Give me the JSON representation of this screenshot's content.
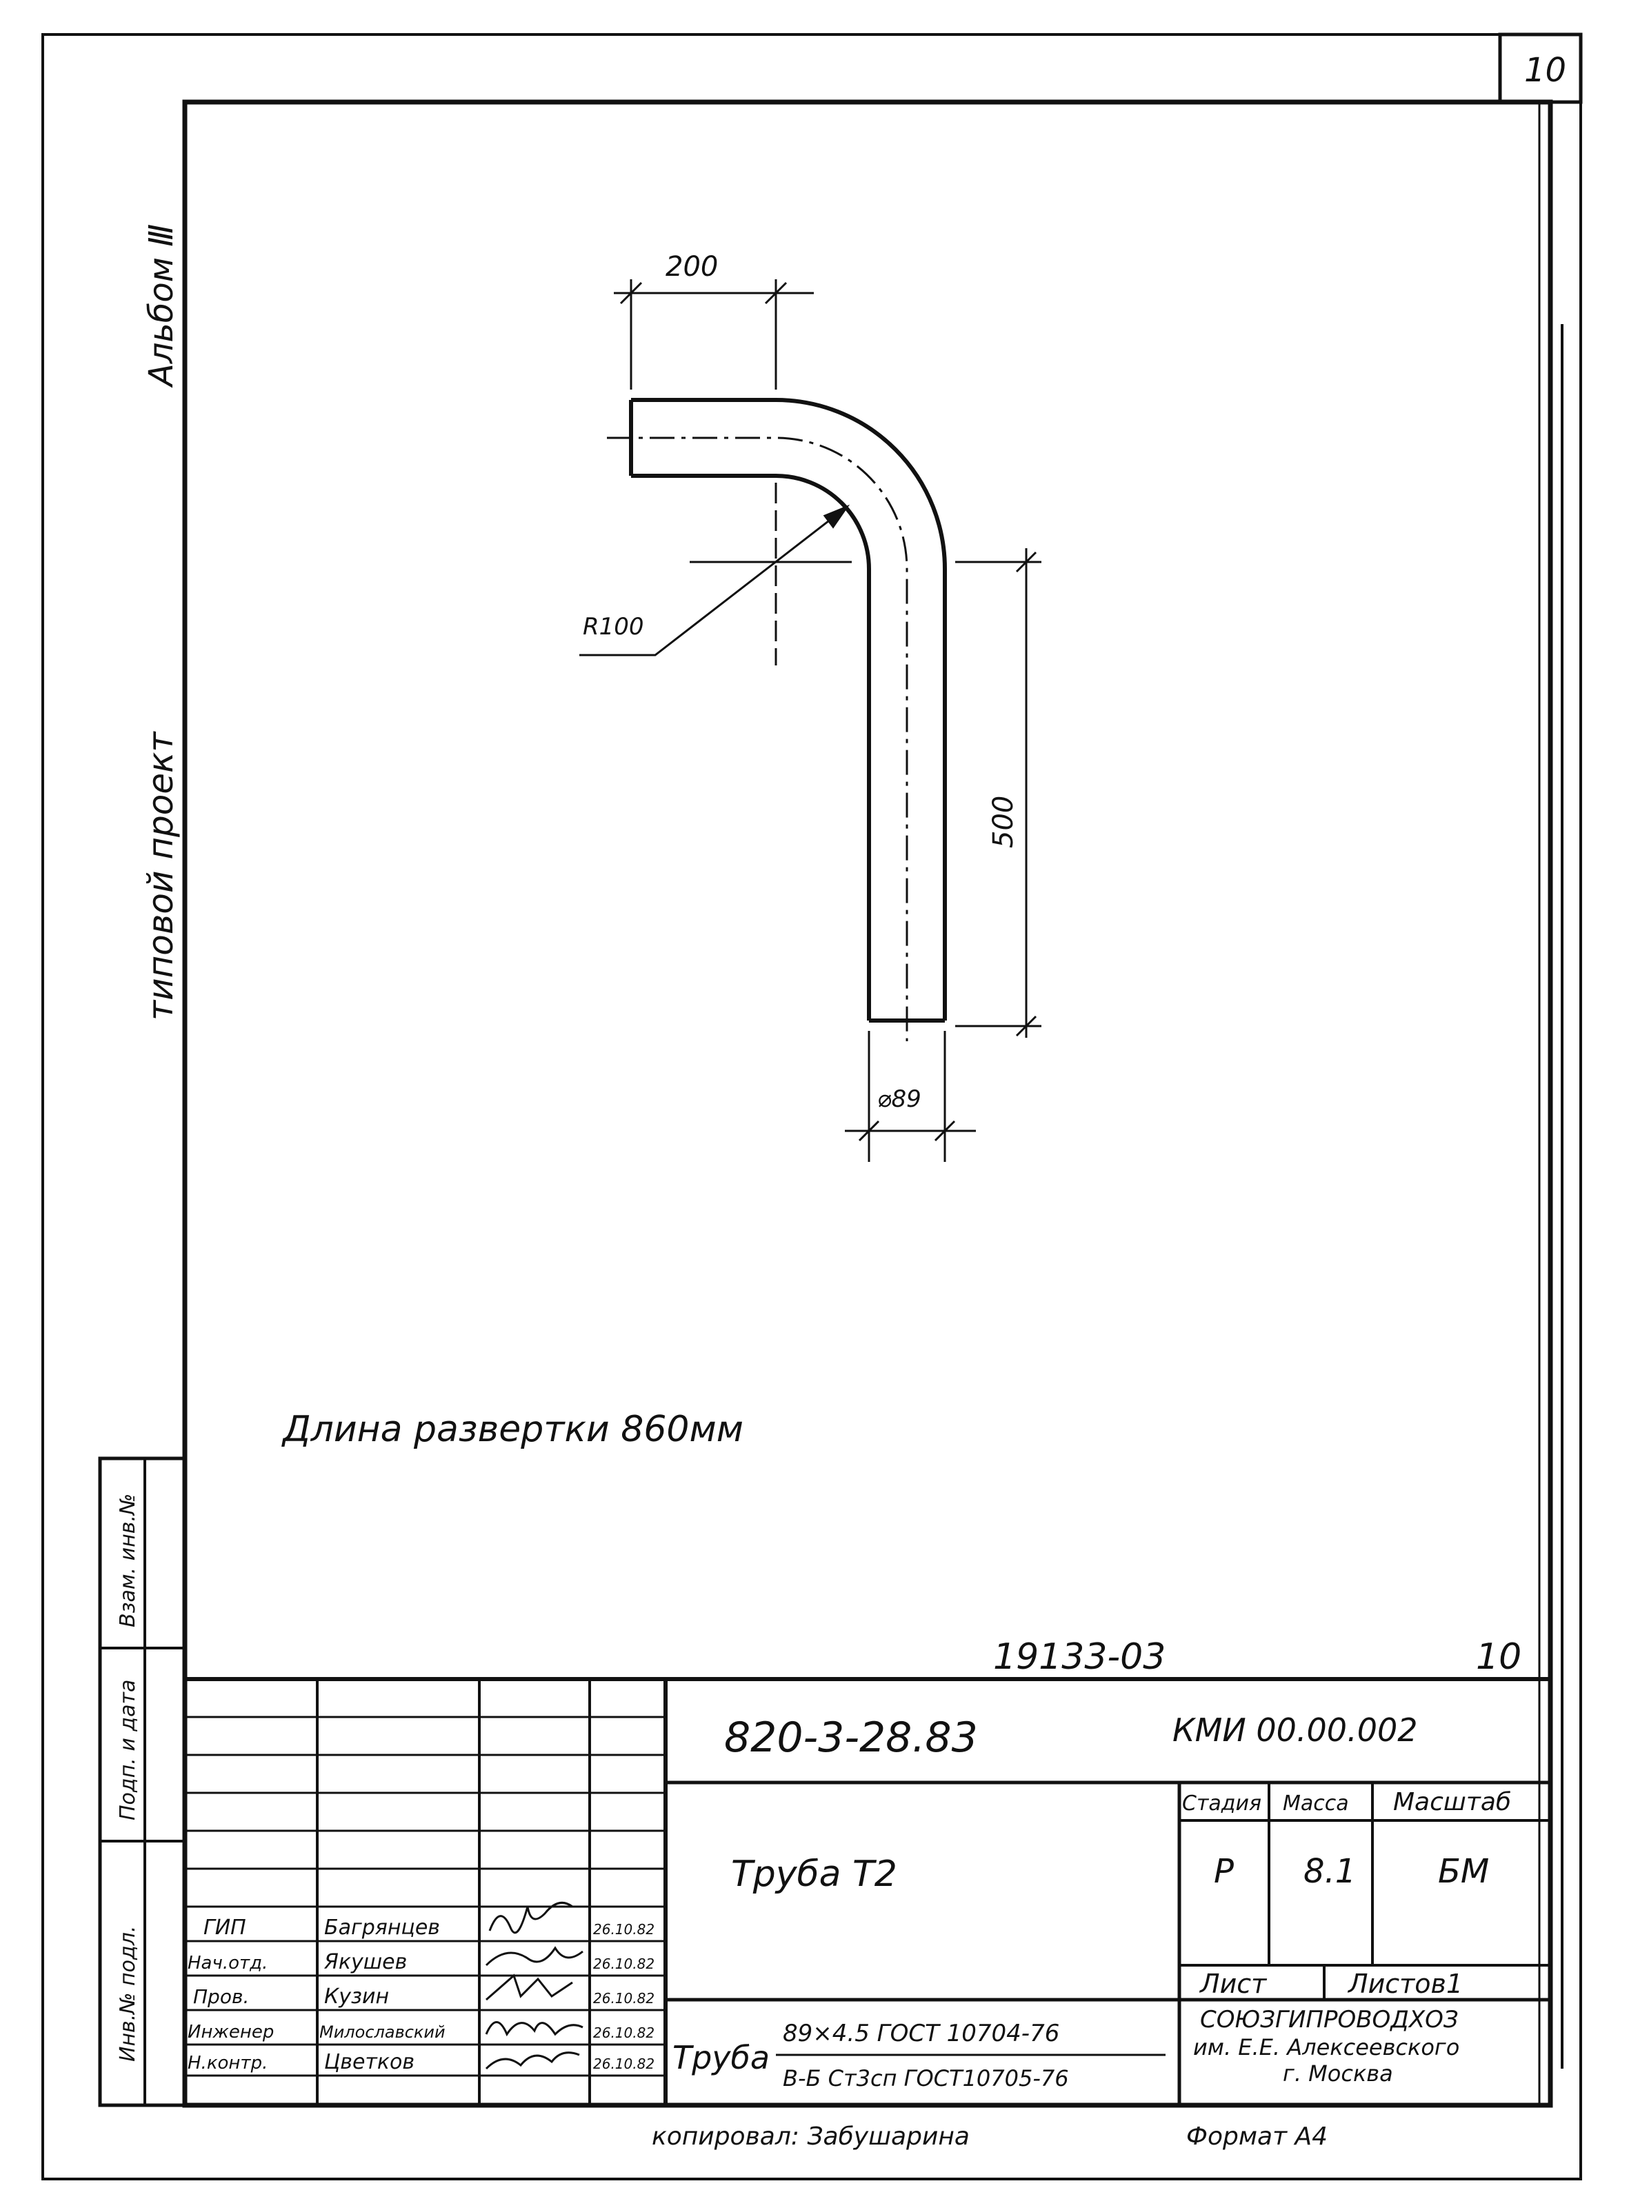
{
  "sheet": {
    "corner_sheet_no": "10",
    "album": "Альбом Ⅲ",
    "project_type": "типовой проект",
    "copy_no": "19133-03",
    "bottom_sheet_no": "10",
    "developed_length": "Длина развертки 860мм",
    "copied_by": "копировал: Забушарина",
    "format": "Формат А4"
  },
  "drawing": {
    "dim_top": "200",
    "dim_radius": "R100",
    "dim_vertical": "500",
    "dim_diameter": "⌀89"
  },
  "side_stamp": {
    "inv_subst": "Взам. инв.№",
    "sign_date": "Подп. и дата",
    "inv_orig": "Инв.№ подл."
  },
  "title_block": {
    "designation": "820-3-28.83",
    "code": "КМИ 00.00.002",
    "part_name": "Труба Т2",
    "stage_label": "Стадия",
    "mass_label": "Масса",
    "scale_label": "Масштаб",
    "stage": "Р",
    "mass": "8.1",
    "scale": "БМ",
    "sheet_label": "Лист",
    "sheets_label": "Листов1",
    "material_prefix": "Труба",
    "material_top": "89×4.5 ГОСТ 10704-76",
    "material_bottom": "В-Б Ст3сп ГОСТ10705-76",
    "organization": [
      "СОЮЗГИПРОВОДХОЗ",
      "им. Е.Е. Алексеевского",
      "г. Москва"
    ],
    "roles": [
      {
        "role": "ГИП",
        "name": "Багрянцев",
        "date": "26.10.82"
      },
      {
        "role": "Нач.отд.",
        "name": "Якушев",
        "date": "26.10.82"
      },
      {
        "role": "Пров.",
        "name": "Кузин",
        "date": "26.10.82"
      },
      {
        "role": "Инженер",
        "name": "Милославский",
        "date": "26.10.82"
      },
      {
        "role": "Н.контр.",
        "name": "Цветков",
        "date": "26.10.82"
      }
    ]
  }
}
